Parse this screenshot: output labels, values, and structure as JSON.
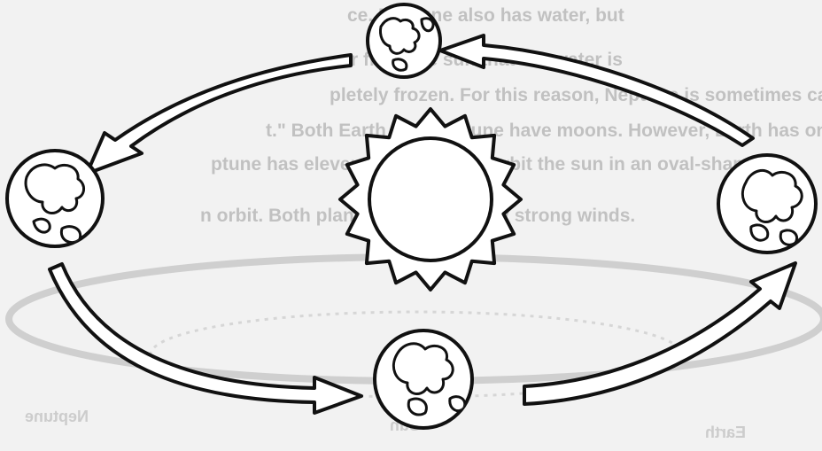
{
  "bleed_through": {
    "lines": [
      "ce. Neptune also has water, but",
      "r from the sun that the water is",
      "pletely frozen. For this reason, Neptune is sometimes called \"The I",
      "t.\" Both Earth and Neptune have moons. However, Earth has one",
      "ptune has eleven! Both planets orbit the sun in an oval-shaped",
      "n orbit. Both planets can have very strong winds."
    ],
    "mirrored_labels": [
      "Earth",
      "Sun",
      "Neptune"
    ]
  },
  "diagram": {
    "central_body": "sun",
    "orbiting_body": "earth",
    "earth_positions": [
      "top",
      "left",
      "bottom",
      "right"
    ],
    "orbit_direction": "counterclockwise"
  }
}
